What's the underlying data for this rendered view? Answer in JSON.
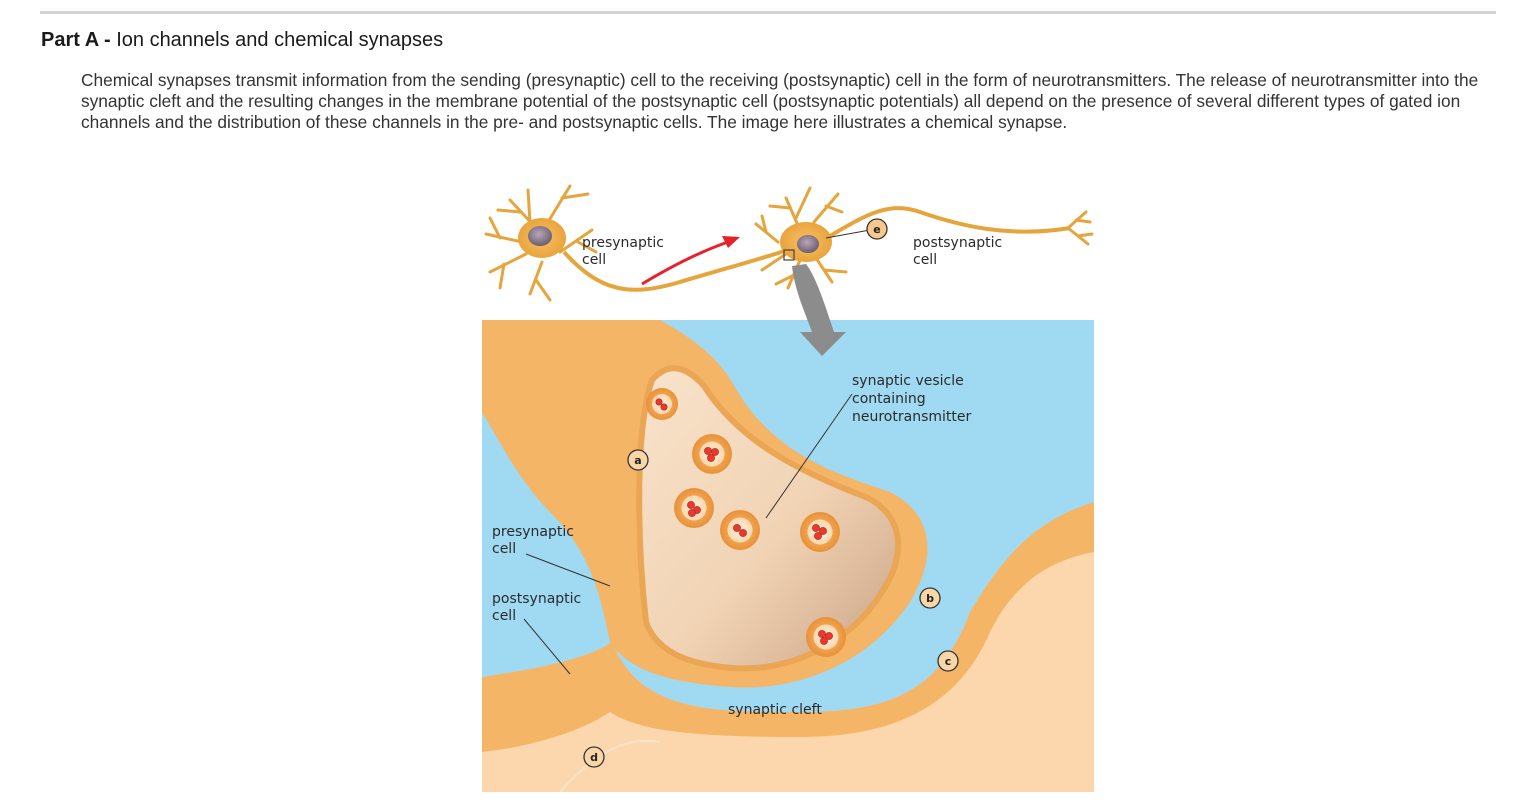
{
  "part": {
    "label": "Part A - ",
    "title": "Ion channels and chemical synapses"
  },
  "intro": "Chemical synapses transmit information from the sending (presynaptic) cell to the receiving (postsynaptic) cell in the form of neurotransmitters. The release of neurotransmitter into the synaptic cleft and the resulting changes in the membrane potential of the postsynaptic cell (postsynaptic potentials) all depend on the presence of several different types of gated ion channels and the distribution of these channels in the pre- and postsynaptic cells. The image here illustrates a chemical synapse.",
  "diagram": {
    "top_presynaptic": [
      "presynaptic",
      "cell"
    ],
    "top_postsynaptic": [
      "postsynaptic",
      "cell"
    ],
    "vesicle_label": [
      "synaptic vesicle",
      "containing",
      "neurotransmitter"
    ],
    "side_presynaptic": [
      "presynaptic",
      "cell"
    ],
    "side_postsynaptic": [
      "postsynaptic",
      "cell"
    ],
    "cleft_label": "synaptic cleft",
    "markers": {
      "a": "a",
      "b": "b",
      "c": "c",
      "d": "d",
      "e": "e"
    }
  },
  "colors": {
    "extracellular": "#9fd9f2",
    "cell_tan": "#f5b567",
    "cell_light": "#fcd7ad",
    "terminal_interior": "#f6dcc1",
    "signal_arrow": "#e8202a",
    "zoom_arrow": "#8c8c8c"
  }
}
